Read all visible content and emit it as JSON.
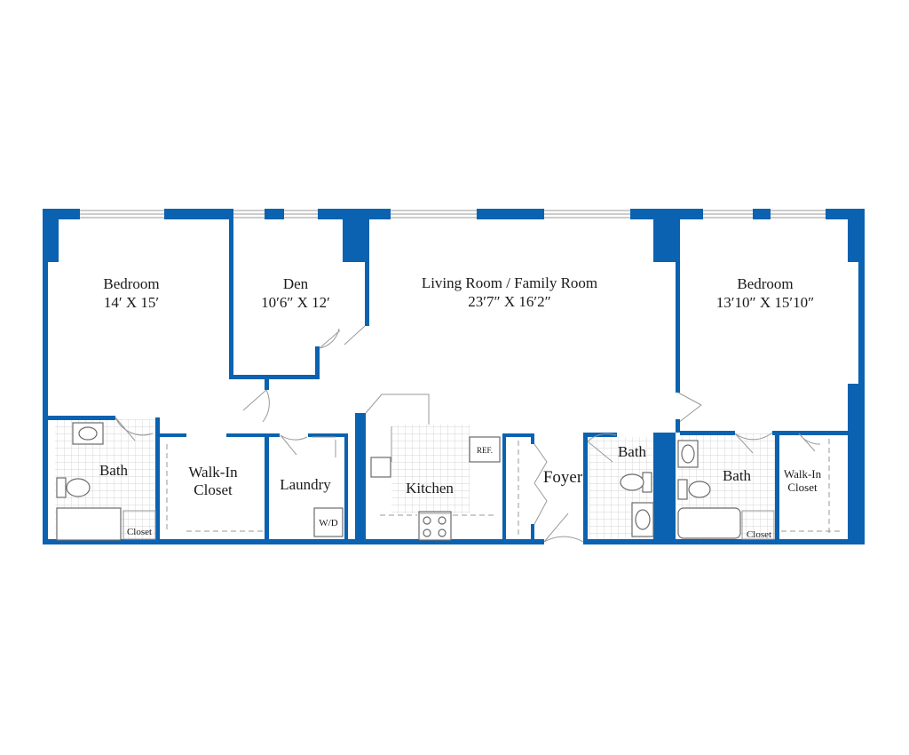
{
  "colors": {
    "wall": "#0a62b0",
    "background": "#ffffff",
    "fixture": "#6b6b6b"
  },
  "rooms": {
    "bedroom_left": {
      "name": "Bedroom",
      "size": "14′ X 15′"
    },
    "den": {
      "name": "Den",
      "size": "10′6″ X 12′"
    },
    "living": {
      "name": "Living Room / Family Room",
      "size": "23′7″ X 16′2″"
    },
    "bedroom_right": {
      "name": "Bedroom",
      "size": "13′10″ X 15′10″"
    },
    "bath_left": {
      "name": "Bath"
    },
    "closet_left": {
      "name": "Closet"
    },
    "walkin_left": {
      "line1": "Walk-In",
      "line2": "Closet"
    },
    "laundry": {
      "name": "Laundry",
      "wd": "W/D"
    },
    "kitchen": {
      "name": "Kitchen",
      "ref": "REF."
    },
    "foyer": {
      "name": "Foyer"
    },
    "bath_center": {
      "name": "Bath"
    },
    "bath_right": {
      "name": "Bath"
    },
    "closet_right": {
      "name": "Closet"
    },
    "walkin_right": {
      "line1": "Walk-In",
      "line2": "Closet"
    }
  }
}
